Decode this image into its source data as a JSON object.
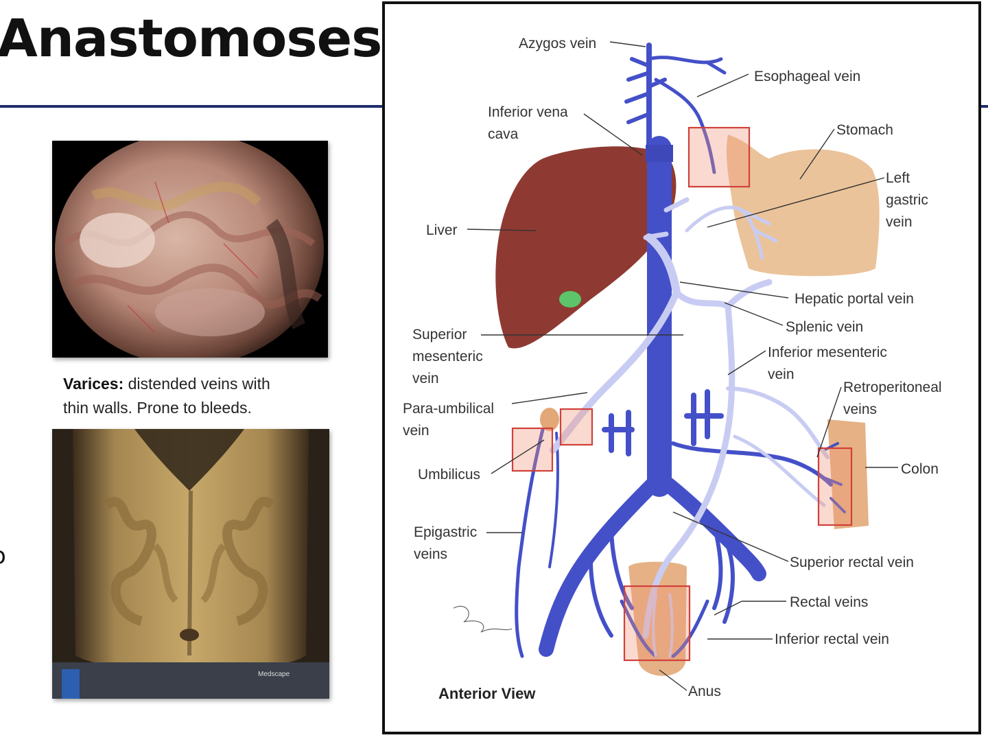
{
  "slide": {
    "title": "Anastomoses",
    "edge_char": "o"
  },
  "left_panel": {
    "caption_term": "Varices:",
    "caption_text_1": " distended veins with",
    "caption_text_2": "thin walls. Prone to bleeds.",
    "watermark": "Medscape"
  },
  "diagram": {
    "labels": {
      "azygos": "Azygos vein",
      "esophageal": "Esophageal vein",
      "ivc_1": "Inferior vena",
      "ivc_2": "cava",
      "stomach": "Stomach",
      "left_gastric_1": "Left",
      "left_gastric_2": "gastric",
      "left_gastric_3": "vein",
      "liver": "Liver",
      "hepatic_portal": "Hepatic portal vein",
      "splenic": "Splenic vein",
      "sup_mesenteric_1": "Superior",
      "sup_mesenteric_2": "mesenteric",
      "sup_mesenteric_3": "vein",
      "inf_mesenteric_1": "Inferior mesenteric",
      "inf_mesenteric_2": "vein",
      "retro_1": "Retroperitoneal",
      "retro_2": "veins",
      "para_umb_1": "Para-umbilical",
      "para_umb_2": "vein",
      "umbilicus": "Umbilicus",
      "colon": "Colon",
      "epigastric_1": "Epigastric",
      "epigastric_2": "veins",
      "sup_rectal": "Superior rectal vein",
      "rectal": "Rectal veins",
      "inf_rectal": "Inferior rectal vein",
      "anus": "Anus",
      "view": "Anterior View"
    },
    "colors": {
      "systemic_vein": "#4450c8",
      "portal_vein": "#c9ccf2",
      "liver": "#8e3a32",
      "organ": "#e8b888",
      "highlight_box": "#d0403a",
      "title_rule": "#1f2d6e"
    }
  }
}
